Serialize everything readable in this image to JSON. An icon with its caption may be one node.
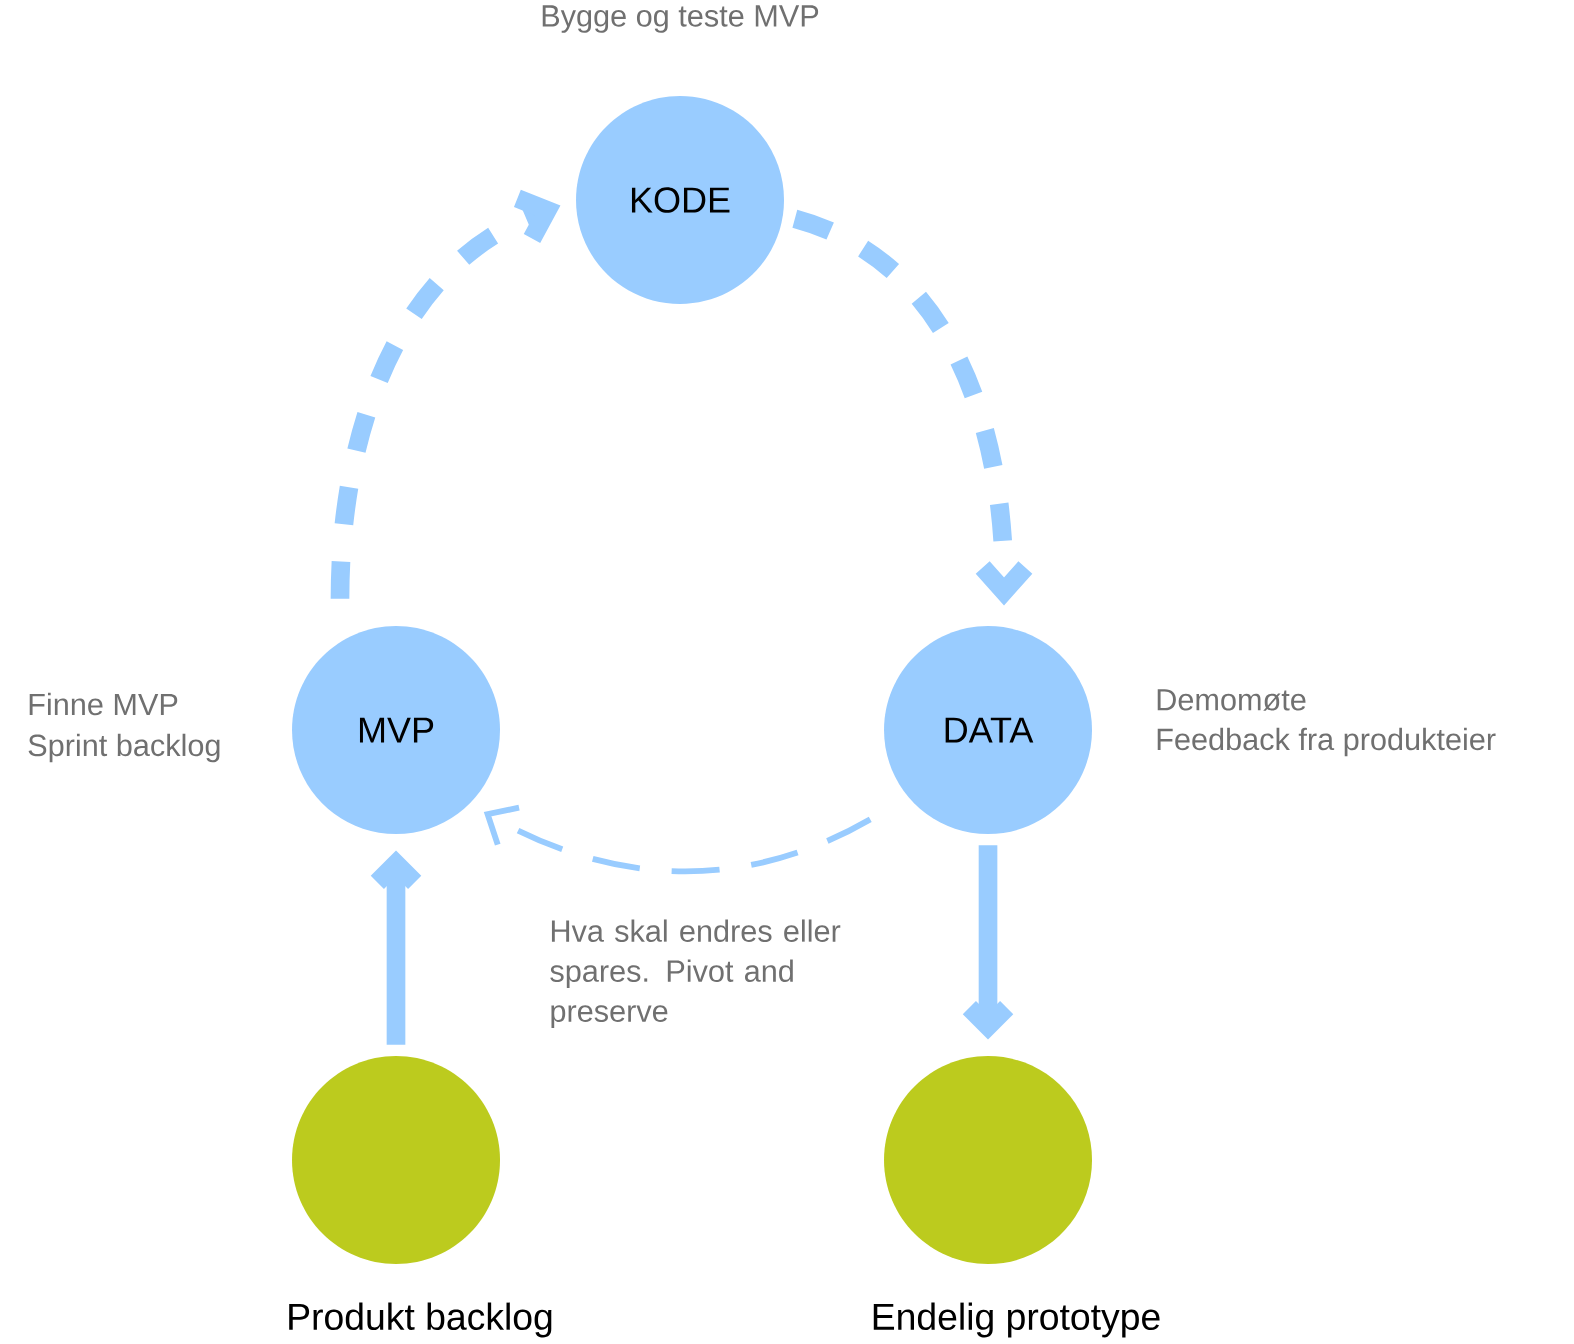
{
  "diagram": {
    "nodes": [
      {
        "text": [
          "KODE"
        ],
        "beside": [
          "Bygge og teste MVP"
        ]
      },
      {
        "text": [
          "MVP"
        ],
        "beside": [
          "Finne MVP",
          "Sprint backlog"
        ]
      },
      {
        "text": [
          "DATA"
        ],
        "beside": [
          "Demomøte",
          "Feedback fra produkteier"
        ]
      },
      {
        "text": [],
        "shape": "circle",
        "beside": [
          "Produkt backlog"
        ]
      },
      {
        "text": [],
        "shape": "circle",
        "beside": [
          "Endelig prototype"
        ]
      }
    ],
    "edges": [
      {
        "from": 1,
        "to": 0,
        "arrow": "to",
        "style": "dashed"
      },
      {
        "from": 0,
        "to": 2,
        "arrow": "to",
        "style": "dashed"
      },
      {
        "from": 2,
        "to": 1,
        "arrow": "to",
        "style": "dashed"
      },
      {
        "from": 3,
        "to": 1,
        "arrow": "to"
      },
      {
        "from": 2,
        "to": 4,
        "arrow": "to"
      }
    ],
    "labels": [
      "Hva skal endres eller spares. Pivot and preserve"
    ]
  }
}
